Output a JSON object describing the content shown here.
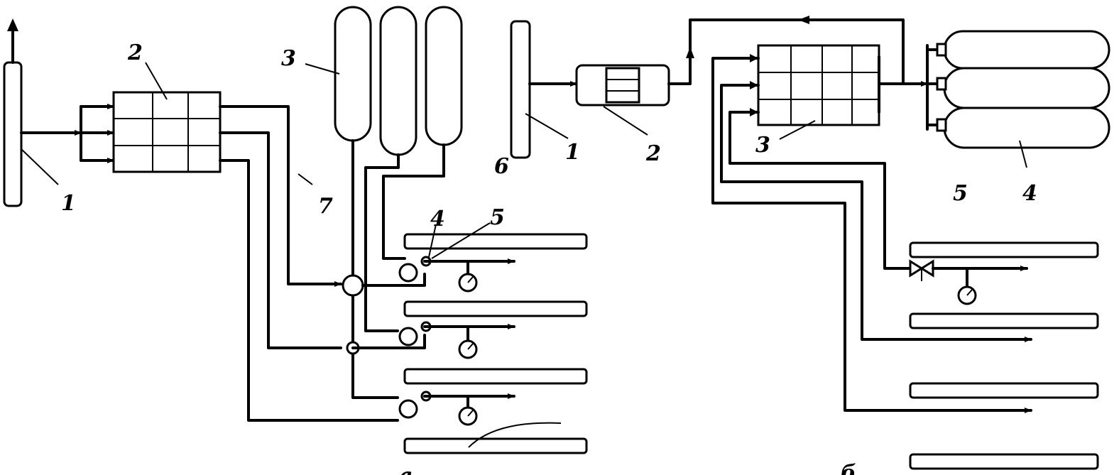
{
  "left_scheme": {
    "caption": "a",
    "labels": {
      "generator": "1",
      "distributor": "2",
      "receivers": "3",
      "valve": "4",
      "regulator": "5",
      "pipeline": "7"
    }
  },
  "right_scheme": {
    "caption": "б",
    "labels": {
      "generator": "1",
      "compressor": "2",
      "distributor": "3",
      "cylinders": "4",
      "regulator": "5",
      "scheme_mark": "6"
    }
  }
}
